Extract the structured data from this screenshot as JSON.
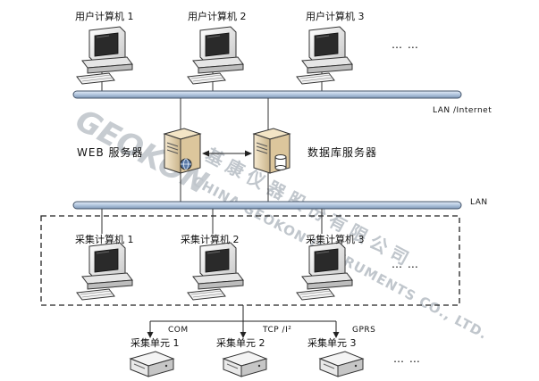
{
  "top_row": {
    "users": [
      {
        "label": "用户计算机 1"
      },
      {
        "label": "用户计算机 2"
      },
      {
        "label": "用户计算机 3"
      }
    ],
    "ellipsis": "… …"
  },
  "network": {
    "lan_internet": "LAN /Internet",
    "lan": "LAN"
  },
  "servers": {
    "web": "WEB 服务器",
    "database": "数据库服务器"
  },
  "collection": {
    "computers": [
      {
        "label": "采集计算机 1"
      },
      {
        "label": "采集计算机 2"
      },
      {
        "label": "采集计算机 3"
      }
    ],
    "ellipsis": "… …"
  },
  "links": {
    "com": "COM",
    "tcp": "TCP /I²",
    "gprs": "GPRS"
  },
  "units": {
    "items": [
      {
        "label": "采集单元 1"
      },
      {
        "label": "采集单元 2"
      },
      {
        "label": "采集单元 3"
      }
    ],
    "ellipsis": "… …"
  },
  "watermark": {
    "logo": "GEOKON",
    "chinese": "基康仪器股份有限公司",
    "english": "CHINA GEOKON INSTRUMENTS CO., LTD."
  },
  "colors": {
    "bus_fill": "#b9cbe0",
    "bus_stroke": "#44546a",
    "line": "#333333"
  }
}
